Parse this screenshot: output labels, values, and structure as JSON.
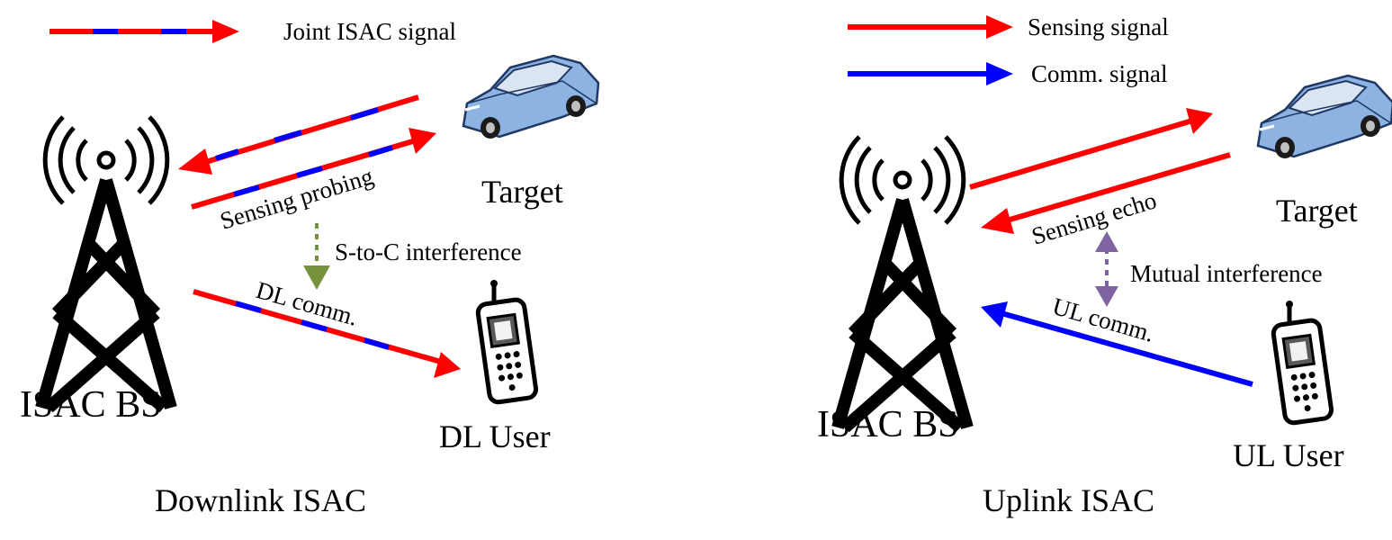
{
  "colors": {
    "sensing": "#ff0000",
    "comm": "#0000ff",
    "s_to_c": "#76923c",
    "mutual": "#8064a2",
    "car_body": "#8db3e2",
    "car_dark": "#4f81bd",
    "tower": "#000000"
  },
  "downlink": {
    "legend_joint": "Joint ISAC signal",
    "bs_label": "ISAC BS",
    "target_label": "Target",
    "user_label": "DL User",
    "sensing_probing": "Sensing probing",
    "interference": "S-to-C interference",
    "dl_comm": "DL comm.",
    "caption": "Downlink ISAC"
  },
  "uplink": {
    "legend_sensing": "Sensing signal",
    "legend_comm": "Comm. signal",
    "bs_label": "ISAC BS",
    "target_label": "Target",
    "user_label": "UL User",
    "sensing_echo": "Sensing echo",
    "interference": "Mutual interference",
    "ul_comm": "UL comm.",
    "caption": "Uplink ISAC"
  },
  "icons": [
    "antenna-tower-icon",
    "car-icon",
    "mobile-phone-icon",
    "radio-waves-icon"
  ]
}
